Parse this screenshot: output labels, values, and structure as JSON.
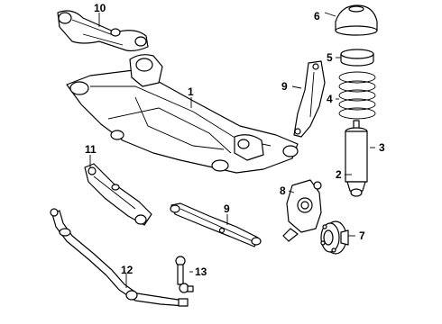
{
  "callouts": {
    "c1": "1",
    "c2": "2",
    "c3": "3",
    "c4": "4",
    "c5": "5",
    "c6": "6",
    "c7": "7",
    "c8": "8",
    "c9a": "9",
    "c9b": "9",
    "c10": "10",
    "c11": "11",
    "c12": "12",
    "c13": "13"
  }
}
